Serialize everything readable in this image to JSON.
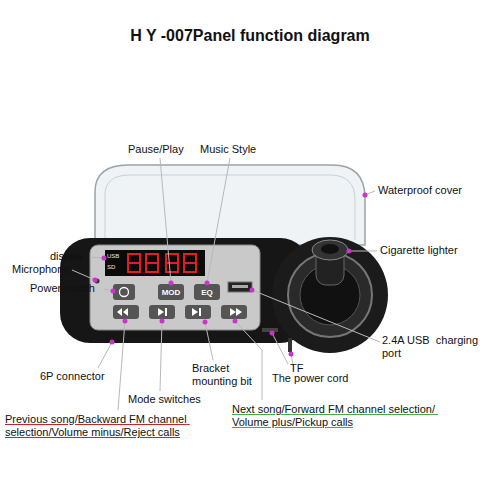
{
  "diagram": {
    "title": "H Y -007Panel function diagram",
    "labels": [
      "Pause/Play",
      "Music Style",
      "Waterproof cover",
      "display",
      "Microphone",
      "Cigarette lighter",
      "Power switch",
      "2.4A USB  charging port",
      "TF",
      "6P connector",
      "Bracket mounting bit",
      "The power cord",
      "Mode switches",
      "Previous song/Backward FM channel selection/Volume minus/Reject calls",
      "Next song/Forward FM channel selection/ Volume plus/Pickup calls",
      "MOD",
      "EQ",
      "USB",
      "SD"
    ]
  }
}
